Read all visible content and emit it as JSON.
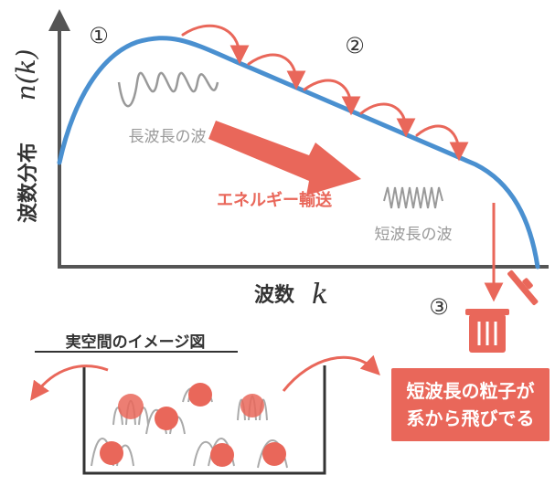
{
  "axes": {
    "y_label_jp": "波数分布",
    "y_label_math": "n(k)",
    "x_label_jp": "波数",
    "x_label_math": "k"
  },
  "markers": [
    "①",
    "②",
    "③"
  ],
  "labels": {
    "long_wave": "長波長の波",
    "short_wave": "短波長の波",
    "energy_transport": "エネルギー輸送",
    "real_space": "実空間のイメージ図"
  },
  "callout": {
    "line1": "短波長の粒子が",
    "line2": "系から飛びでる"
  },
  "icons": [
    "trash-can-icon",
    "wave-long-icon",
    "wave-short-icon",
    "particle-icon"
  ],
  "colors": {
    "curve": "#4a90d0",
    "accent": "#e9675a",
    "axis": "#555555",
    "wave": "#999999",
    "text": "#333333"
  }
}
